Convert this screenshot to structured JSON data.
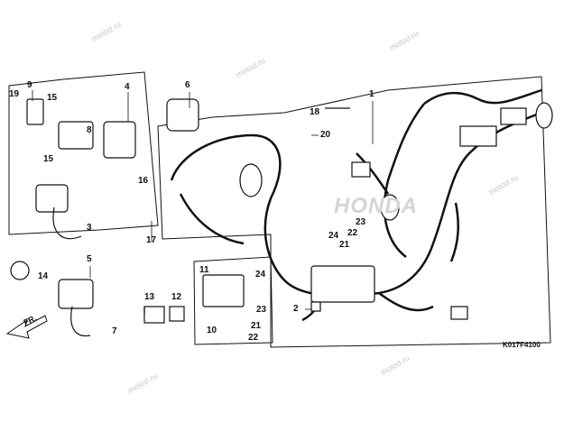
{
  "diagram": {
    "code": "K017F4100",
    "brand_watermark": "HONDA",
    "watermark_text": "motod.ru",
    "direction_label": "FR.",
    "callouts": [
      "1",
      "2",
      "3",
      "4",
      "5",
      "6",
      "7",
      "8",
      "9",
      "10",
      "11",
      "12",
      "13",
      "14",
      "15",
      "15",
      "16",
      "17",
      "18",
      "19",
      "20",
      "21",
      "21",
      "22",
      "22",
      "23",
      "23",
      "24",
      "24"
    ]
  },
  "colors": {
    "line": "#111111",
    "watermark": "#c8c8c8",
    "background": "#ffffff"
  }
}
